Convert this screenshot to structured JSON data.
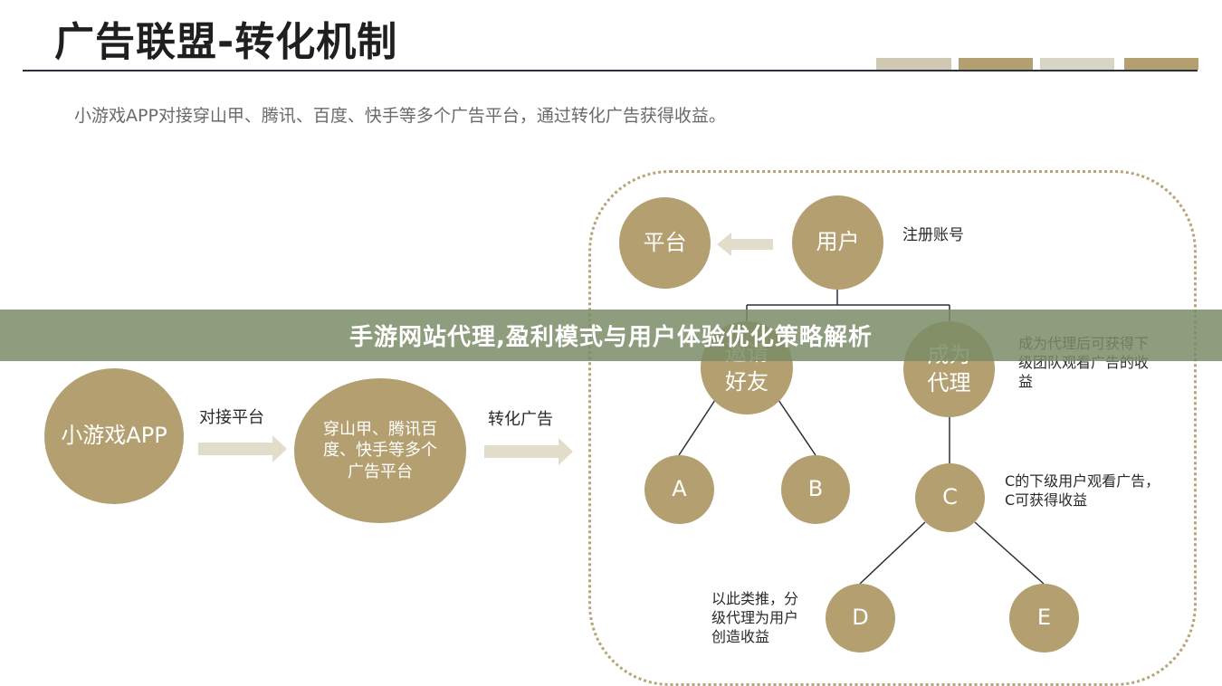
{
  "header": {
    "title": "广告联盟-转化机制",
    "subtitle": "小游戏APP对接穿山甲、腾讯、百度、快手等多个广告平台，通过转化广告获得收益。",
    "accent_colors": [
      "#d0c8b2",
      "#b39f6f",
      "#d8d4c6",
      "#b39f6f"
    ]
  },
  "flow": {
    "app": "小游戏APP",
    "connect_label": "对接平台",
    "platforms": "穿山甲、腾讯百度、快手等多个广告平台",
    "convert_label": "转化广告"
  },
  "tree": {
    "platform": "平台",
    "user": "用户",
    "register_label": "注册账号",
    "invite": "邀请好友",
    "agent": "成为代理",
    "agent_note": "成为代理后可获得下级团队观看广告的收益",
    "node_a": "A",
    "node_b": "B",
    "node_c": "C",
    "c_note": "C的下级用户观看广告，C可获得收益",
    "node_d": "D",
    "node_e": "E",
    "d_note": "以此类推，分级代理为用户创造收益"
  },
  "banner": {
    "text": "手游网站代理,盈利模式与用户体验优化策略解析"
  },
  "colors": {
    "node": "#b39f6f",
    "arrow": "#e2dccb",
    "line": "#2b2f3a",
    "banner": "#7a8c66"
  }
}
